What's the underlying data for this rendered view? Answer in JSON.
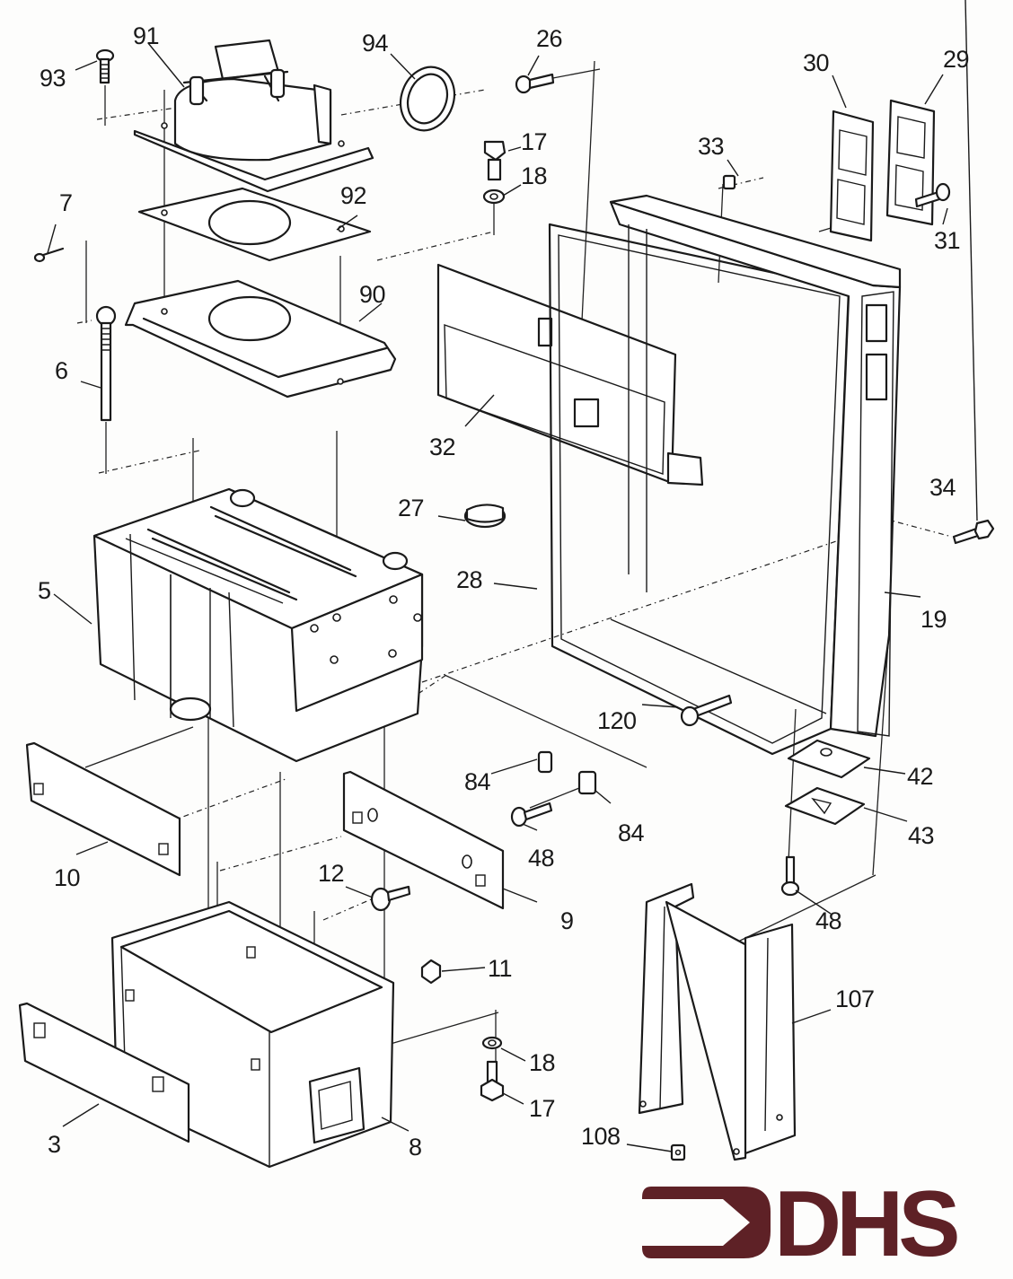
{
  "diagram": {
    "type": "exploded-parts-diagram",
    "subject": "Boiler / heater casing assembly",
    "part_labels": [
      {
        "id": "p93",
        "label": "93",
        "part": "screw"
      },
      {
        "id": "p91",
        "label": "91",
        "part": "fan assembly"
      },
      {
        "id": "p94",
        "label": "94",
        "part": "sealing ring"
      },
      {
        "id": "p26",
        "label": "26",
        "part": "screw"
      },
      {
        "id": "p30",
        "label": "30",
        "part": "gasket plate"
      },
      {
        "id": "p29",
        "label": "29",
        "part": "cover plate"
      },
      {
        "id": "p17a",
        "label": "17",
        "part": "bolt"
      },
      {
        "id": "p18a",
        "label": "18",
        "part": "washer"
      },
      {
        "id": "p33",
        "label": "33",
        "part": "clip nut"
      },
      {
        "id": "p31",
        "label": "31",
        "part": "screw"
      },
      {
        "id": "p7",
        "label": "7",
        "part": "split pin"
      },
      {
        "id": "p92",
        "label": "92",
        "part": "gasket"
      },
      {
        "id": "p90",
        "label": "90",
        "part": "fan mounting plate"
      },
      {
        "id": "p6",
        "label": "6",
        "part": "tie rod"
      },
      {
        "id": "p32",
        "label": "32",
        "part": "front panel"
      },
      {
        "id": "p34",
        "label": "34",
        "part": "bolt"
      },
      {
        "id": "p27",
        "label": "27",
        "part": "grommet"
      },
      {
        "id": "p5",
        "label": "5",
        "part": "heat exchanger"
      },
      {
        "id": "p28",
        "label": "28",
        "part": "seal"
      },
      {
        "id": "p19",
        "label": "19",
        "part": "casing"
      },
      {
        "id": "p120",
        "label": "120",
        "part": "screw"
      },
      {
        "id": "p84a",
        "label": "84",
        "part": "clip"
      },
      {
        "id": "p42",
        "label": "42",
        "part": "gasket"
      },
      {
        "id": "p84b",
        "label": "84",
        "part": "clip"
      },
      {
        "id": "p48a",
        "label": "48",
        "part": "screw"
      },
      {
        "id": "p43",
        "label": "43",
        "part": "plate"
      },
      {
        "id": "p10",
        "label": "10",
        "part": "side panel"
      },
      {
        "id": "p12",
        "label": "12",
        "part": "screw with washer"
      },
      {
        "id": "p9",
        "label": "9",
        "part": "side panel"
      },
      {
        "id": "p48b",
        "label": "48",
        "part": "screw"
      },
      {
        "id": "p11",
        "label": "11",
        "part": "nut"
      },
      {
        "id": "p107",
        "label": "107",
        "part": "mounting bracket"
      },
      {
        "id": "p18b",
        "label": "18",
        "part": "washer"
      },
      {
        "id": "p17b",
        "label": "17",
        "part": "bolt"
      },
      {
        "id": "p3",
        "label": "3",
        "part": "front strip"
      },
      {
        "id": "p8",
        "label": "8",
        "part": "base tray"
      },
      {
        "id": "p108",
        "label": "108",
        "part": "nut plate"
      }
    ]
  },
  "logo": {
    "text": "DHS",
    "icon": "arrow-right-icon",
    "color": "#5e2126"
  }
}
